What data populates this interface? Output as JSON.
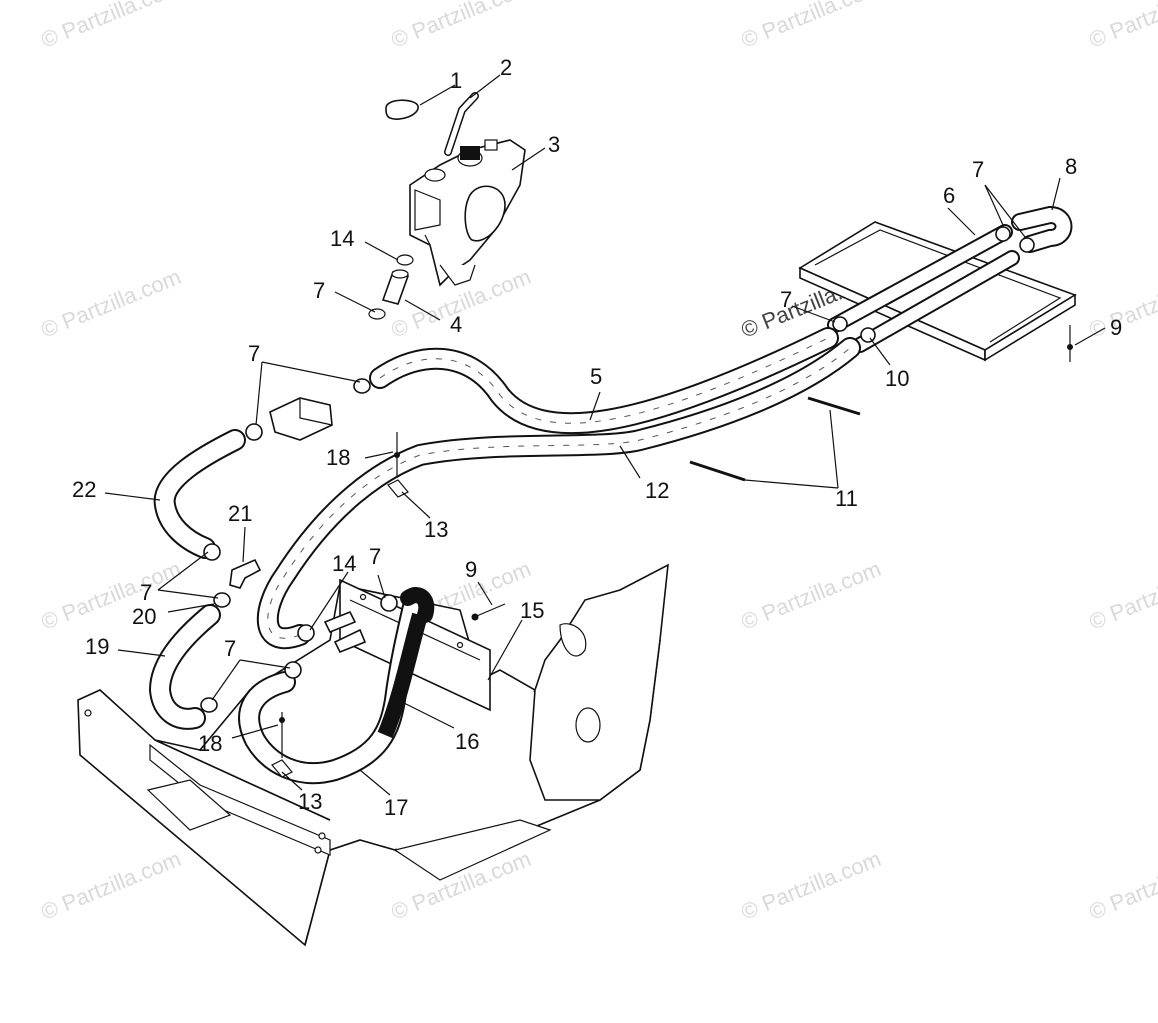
{
  "watermark": "© Partzilla.com",
  "callouts": [
    {
      "id": "c1",
      "text": "1"
    },
    {
      "id": "c2",
      "text": "2"
    },
    {
      "id": "c3",
      "text": "3"
    },
    {
      "id": "c14a",
      "text": "14"
    },
    {
      "id": "c7a",
      "text": "7"
    },
    {
      "id": "c4",
      "text": "4"
    },
    {
      "id": "c6",
      "text": "6"
    },
    {
      "id": "c7b",
      "text": "7"
    },
    {
      "id": "c8",
      "text": "8"
    },
    {
      "id": "c7c",
      "text": "7"
    },
    {
      "id": "c9a",
      "text": "9"
    },
    {
      "id": "c10",
      "text": "10"
    },
    {
      "id": "c5",
      "text": "5"
    },
    {
      "id": "c7d",
      "text": "7"
    },
    {
      "id": "c18a",
      "text": "18"
    },
    {
      "id": "c12",
      "text": "12"
    },
    {
      "id": "c11",
      "text": "11"
    },
    {
      "id": "c22",
      "text": "22"
    },
    {
      "id": "c13a",
      "text": "13"
    },
    {
      "id": "c21",
      "text": "21"
    },
    {
      "id": "c14b",
      "text": "14"
    },
    {
      "id": "c7e",
      "text": "7"
    },
    {
      "id": "c9b",
      "text": "9"
    },
    {
      "id": "c7f",
      "text": "7"
    },
    {
      "id": "c15",
      "text": "15"
    },
    {
      "id": "c20",
      "text": "20"
    },
    {
      "id": "c19",
      "text": "19"
    },
    {
      "id": "c7g",
      "text": "7"
    },
    {
      "id": "c18b",
      "text": "18"
    },
    {
      "id": "c16",
      "text": "16"
    },
    {
      "id": "c13b",
      "text": "13"
    },
    {
      "id": "c17",
      "text": "17"
    }
  ]
}
